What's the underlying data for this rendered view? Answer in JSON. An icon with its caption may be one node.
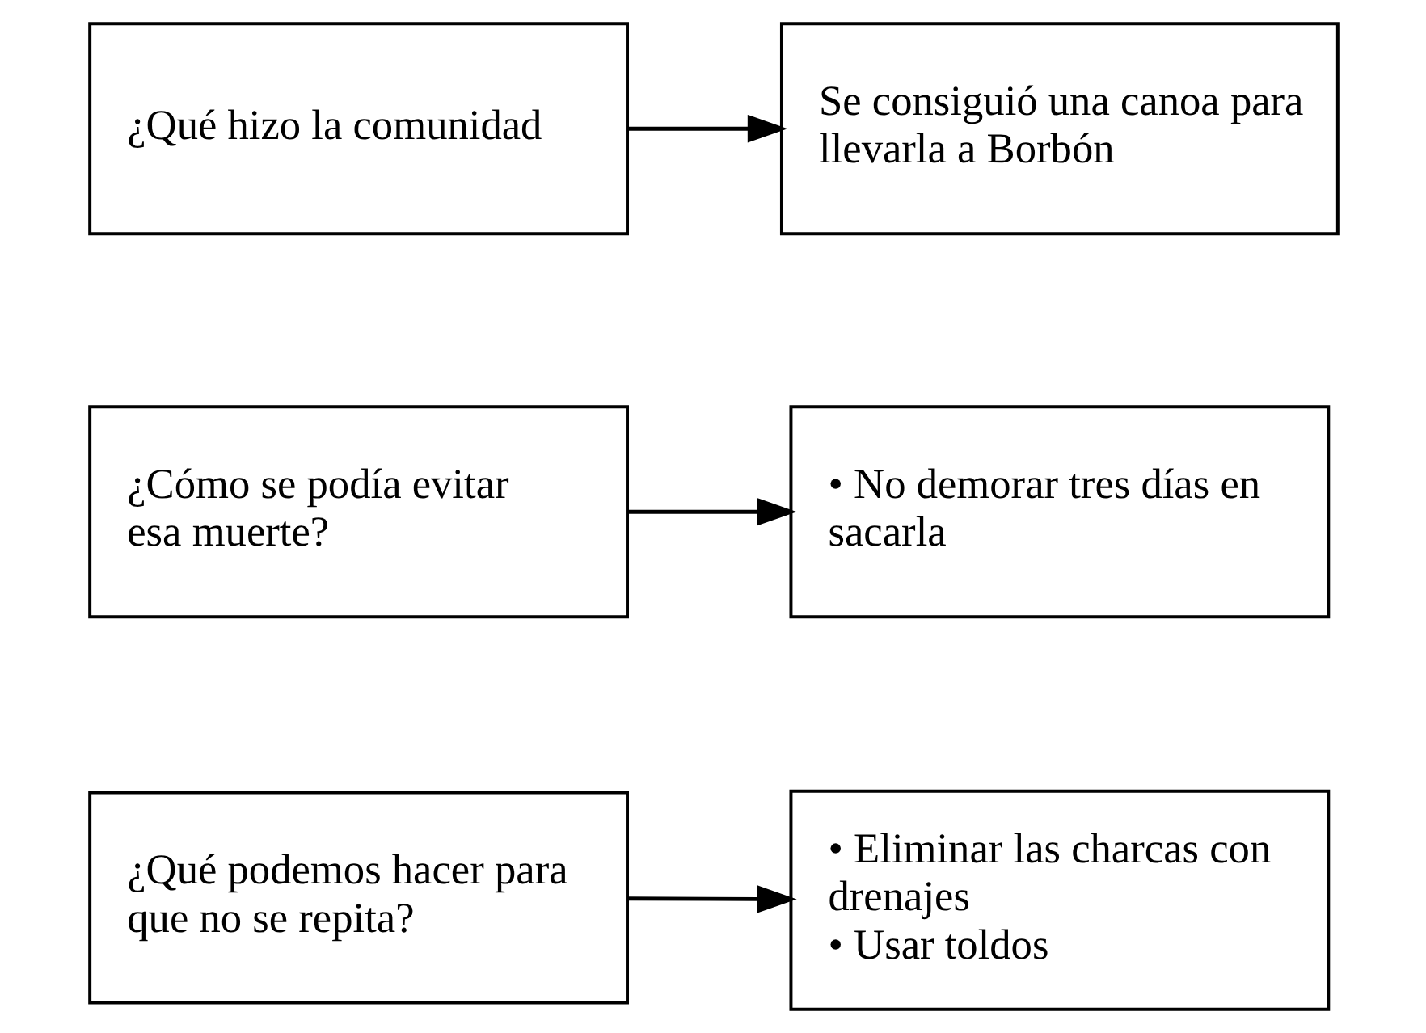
{
  "diagram": {
    "nodes": [
      {
        "text": [
          "¿Qué hizo la comunidad"
        ]
      },
      {
        "text": [
          "Se consiguió una canoa para llevarla a Borbón"
        ]
      },
      {
        "text": [
          "¿Cómo se podía evitar esa muerte?"
        ]
      },
      {
        "text": [
          "• No demorar tres días en sacarla"
        ]
      },
      {
        "text": [
          "¿Qué podemos hacer para que no se repita?"
        ]
      },
      {
        "text": [
          "• Eliminar las charcas con drenajes",
          "• Usar toldos"
        ]
      }
    ],
    "edges": [
      {
        "from": 0,
        "to": 1,
        "arrow": "to"
      },
      {
        "from": 2,
        "to": 3,
        "arrow": "to"
      },
      {
        "from": 4,
        "to": 5,
        "arrow": "to"
      }
    ]
  }
}
